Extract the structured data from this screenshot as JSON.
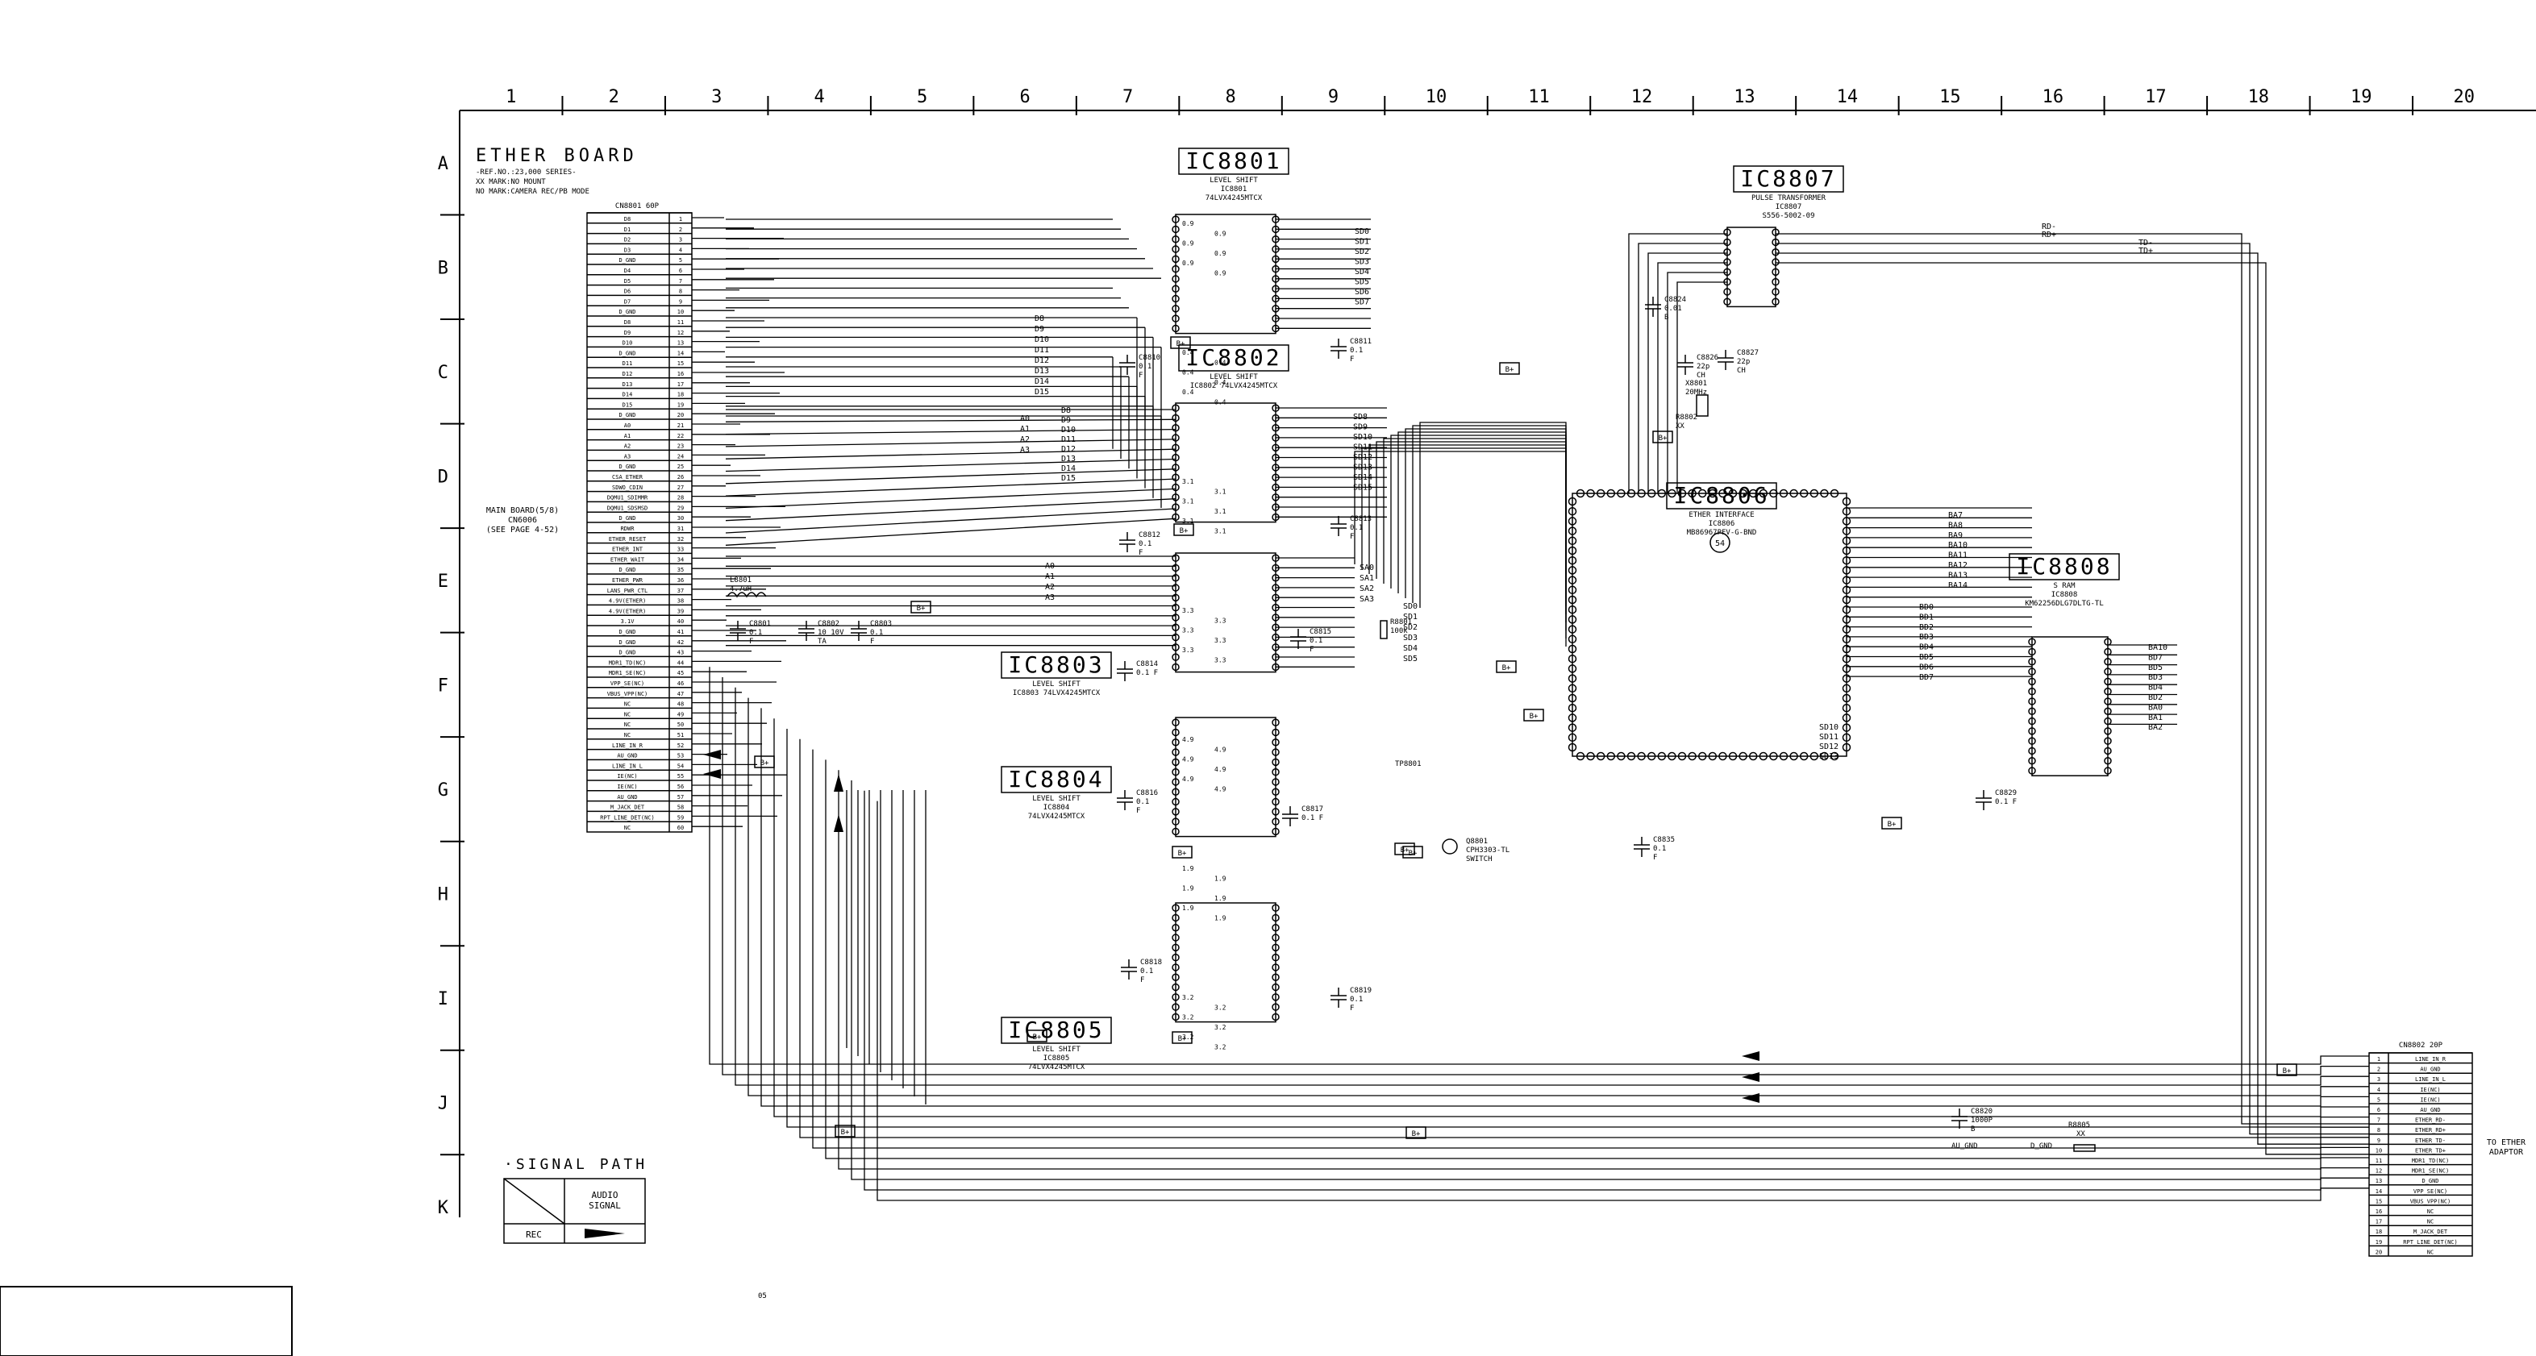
{
  "board": {
    "title": "ETHER BOARD",
    "notes": [
      "-REF.NO.:23,000 SERIES-",
      "XX MARK:NO MOUNT",
      "NO MARK:CAMERA REC/PB MODE"
    ]
  },
  "grid": {
    "columns": [
      "1",
      "2",
      "3",
      "4",
      "5",
      "6",
      "7",
      "8",
      "9",
      "10",
      "11",
      "12",
      "13",
      "14",
      "15",
      "16",
      "17",
      "18",
      "19",
      "20"
    ],
    "rows": [
      "A",
      "B",
      "C",
      "D",
      "E",
      "F",
      "G",
      "H",
      "I",
      "J",
      "K"
    ]
  },
  "connector_left": {
    "title": "CN8801 60P",
    "note": [
      "MAIN BOARD(5/8)",
      "CN6006",
      "(SEE PAGE 4-52)"
    ],
    "pins": [
      "D8",
      "D1",
      "D2",
      "D3",
      "D_GND",
      "D4",
      "D5",
      "D6",
      "D7",
      "D_GND",
      "D8",
      "D9",
      "D10",
      "D_GND",
      "D11",
      "D12",
      "D13",
      "D14",
      "D15",
      "D_GND",
      "A0",
      "A1",
      "A2",
      "A3",
      "D_GND",
      "CSA_ETHER",
      "SDWO_CDIN",
      "DQMU1_SDIMMR",
      "DQMU1_SDSMSD",
      "D_GND",
      "RDWR",
      "ETHER_RESET",
      "ETHER_INT",
      "ETHER_WAIT",
      "D_GND",
      "ETHER_PWR",
      "LANS_PWR_CTL",
      "4.9V(ETHER)",
      "4.9V(ETHER)",
      "3.1V",
      "D_GND",
      "D_GND",
      "D_GND",
      "MDR1_TD(NC)",
      "MDR1_SE(NC)",
      "VPP_SE(NC)",
      "VBUS_VPP(NC)",
      "NC",
      "NC",
      "NC",
      "NC",
      "LINE_IN_R",
      "AU_GND",
      "LINE_IN_L",
      "IE(NC)",
      "IE(NC)",
      "AU_GND",
      "M_JACK_DET",
      "RPT_LINE_DET(NC)",
      "NC"
    ]
  },
  "connector_right": {
    "title": "CN8802 20P",
    "note": [
      "TO ETHER",
      "ADAPTOR"
    ],
    "pins": [
      "LINE_IN_R",
      "AU_GND",
      "LINE_IN_L",
      "IE(NC)",
      "IE(NC)",
      "AU_GND",
      "ETHER_RD-",
      "ETHER_RD+",
      "ETHER_TD-",
      "ETHER_TD+",
      "MDR1_TD(NC)",
      "MDR1_SE(NC)",
      "D_GND",
      "VPP_SE(NC)",
      "VBUS_VPP(NC)",
      "NC",
      "NC",
      "M_JACK_DET",
      "RPT_LINE_DET(NC)",
      "NC"
    ]
  },
  "ics": [
    {
      "ref": "IC8801",
      "desc1": "LEVEL SHIFT",
      "desc2": "IC8801",
      "desc3": "74LVX4245MTCX"
    },
    {
      "ref": "IC8802",
      "desc1": "LEVEL SHIFT",
      "desc2": "IC8802 74LVX4245MTCX",
      "desc3": ""
    },
    {
      "ref": "IC8803",
      "desc1": "LEVEL SHIFT",
      "desc2": "IC8803 74LVX4245MTCX",
      "desc3": ""
    },
    {
      "ref": "IC8804",
      "desc1": "LEVEL SHIFT",
      "desc2": "IC8804",
      "desc3": "74LVX4245MTCX"
    },
    {
      "ref": "IC8805",
      "desc1": "LEVEL SHIFT",
      "desc2": "IC8805",
      "desc3": "74LVX4245MTCX"
    },
    {
      "ref": "IC8806",
      "desc1": "ETHER INTERFACE",
      "desc2": "IC8806",
      "desc3": "MB86967PFV-G-BND"
    },
    {
      "ref": "IC8807",
      "desc1": "PULSE TRANSFORMER",
      "desc2": "IC8807",
      "desc3": "S556-5002-09"
    },
    {
      "ref": "IC8808",
      "desc1": "S RAM",
      "desc2": "IC8808",
      "desc3": "KM62256DLG7DLTG-TL"
    }
  ],
  "components": {
    "l8801": [
      "L8801",
      "4.7uH"
    ],
    "c8801": [
      "C8801",
      "0.1",
      "F"
    ],
    "c8802": [
      "C8802",
      "10 10V",
      "TA"
    ],
    "c8803": [
      "C8803",
      "0.1",
      "F"
    ],
    "c8810": [
      "C8810",
      "0.1",
      "F"
    ],
    "c8811": [
      "C8811",
      "0.1",
      "F"
    ],
    "c8812": [
      "C8812",
      "0.1",
      "F"
    ],
    "c8813": [
      "C8813",
      "0.1",
      "F"
    ],
    "c8814": [
      "C8814",
      "0.1 F"
    ],
    "c8815": [
      "C8815",
      "0.1",
      "F"
    ],
    "c8816": [
      "C8816",
      "0.1",
      "F"
    ],
    "c8817": [
      "C8817",
      "0.1 F"
    ],
    "c8818": [
      "C8818",
      "0.1",
      "F"
    ],
    "c8819": [
      "C8819",
      "0.1",
      "F"
    ],
    "c8820": [
      "C8820",
      "1000P",
      "B"
    ],
    "c8824": [
      "C8824",
      "0.01",
      "B"
    ],
    "c8826": [
      "C8826",
      "22p",
      "CH"
    ],
    "c8827": [
      "C8827",
      "22p",
      "CH"
    ],
    "c8829": [
      "C8829",
      "0.1 F"
    ],
    "c8835": [
      "C8835",
      "0.1",
      "F"
    ],
    "r8801": [
      "R8801",
      "100k"
    ],
    "r8802": [
      "R8802",
      "XX"
    ],
    "r8805": [
      "R8805",
      "XX"
    ],
    "x8801": [
      "X8801",
      "20MHz"
    ],
    "q8801": [
      "Q8801",
      "CPH3303-TL",
      "SWITCH"
    ],
    "tp8801": "TP8801",
    "ref54": "54",
    "au_gnd": "AU_GND",
    "d_gnd": "D_GND",
    "page": "05"
  },
  "legend": {
    "title": "SIGNAL PATH",
    "header": [
      "AUDIO",
      "SIGNAL"
    ],
    "row": "REC"
  },
  "buses": {
    "data_l": [
      "D8",
      "D9",
      "D10",
      "D11",
      "D12",
      "D13",
      "D14",
      "D15"
    ],
    "addr_l": [
      "A0",
      "A1",
      "A2",
      "A3"
    ],
    "sd_a": [
      "SD0",
      "SD1",
      "SD2",
      "SD3",
      "SD4",
      "SD5",
      "SD6",
      "SD7"
    ],
    "sd_b": [
      "SD8",
      "SD9",
      "SD10",
      "SD11",
      "SD12",
      "SD13",
      "SD14",
      "SD15"
    ],
    "sa": [
      "SA0",
      "SA1",
      "SA2",
      "SA3"
    ],
    "ba_l": [
      "BA7",
      "BA8",
      "BA9",
      "BA10",
      "BA11",
      "BA12",
      "BA13",
      "BA14"
    ],
    "bd_r": [
      "BD0",
      "BD1",
      "BD2",
      "BD3",
      "BD4",
      "BD5",
      "BD6",
      "BD7"
    ],
    "ba_sram": [
      "BA10",
      "BD7",
      "BD5",
      "BD3",
      "BD4",
      "BD2",
      "BA0",
      "BA1",
      "BA2"
    ],
    "td_rd": [
      "RD-",
      "RD+",
      "TD-",
      "TD+"
    ],
    "power": "B+",
    "voltages": [
      "0.9",
      "0.4",
      "3.1",
      "3.3",
      "4.9",
      "1.9",
      "3.2"
    ]
  },
  "colors": {
    "ink": "#000000",
    "paper": "#ffffff"
  }
}
